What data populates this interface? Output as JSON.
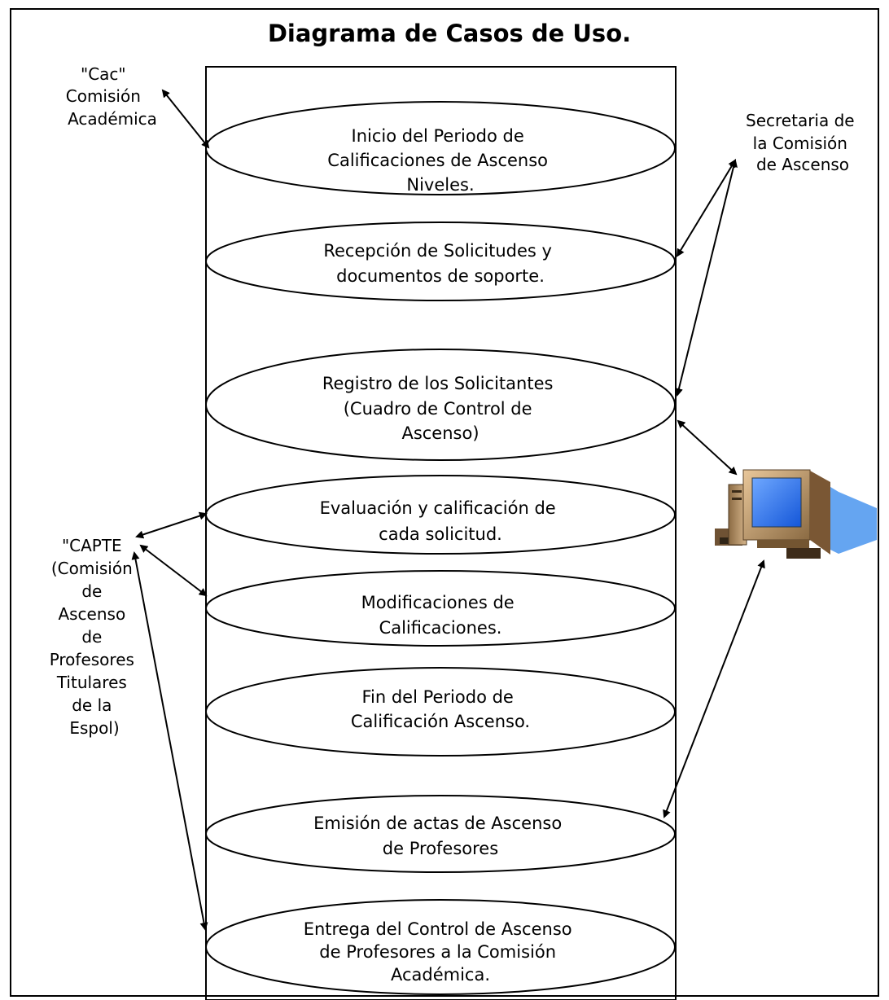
{
  "title": "Diagrama de Casos de Uso.",
  "actors": {
    "cac": [
      "\"Cac\"",
      "Comisión",
      "Académica"
    ],
    "secretaria": [
      "Secretaria de",
      "la Comisión",
      "de Ascenso"
    ],
    "capte": [
      "\"CAPTE",
      "(Comisión",
      "de",
      "Ascenso",
      "de",
      "Profesores",
      "Titulares",
      "de la",
      "Espol)"
    ],
    "computer": "computer-icon"
  },
  "use_cases": [
    [
      "Inicio del Periodo de",
      "Calificaciones de Ascenso",
      "Niveles."
    ],
    [
      "Recepción de Solicitudes y",
      "documentos de soporte."
    ],
    [
      "Registro de los Solicitantes",
      "(Cuadro de Control de",
      "Ascenso)"
    ],
    [
      "Evaluación y calificación de",
      "cada solicitud."
    ],
    [
      "Modificaciones de",
      "Calificaciones."
    ],
    [
      "Fin del Periodo de",
      "Calificación Ascenso."
    ],
    [
      "Emisión de actas de Ascenso",
      "de Profesores"
    ],
    [
      "Entrega del Control de Ascenso",
      "de Profesores a la Comisión",
      "Académica."
    ]
  ]
}
